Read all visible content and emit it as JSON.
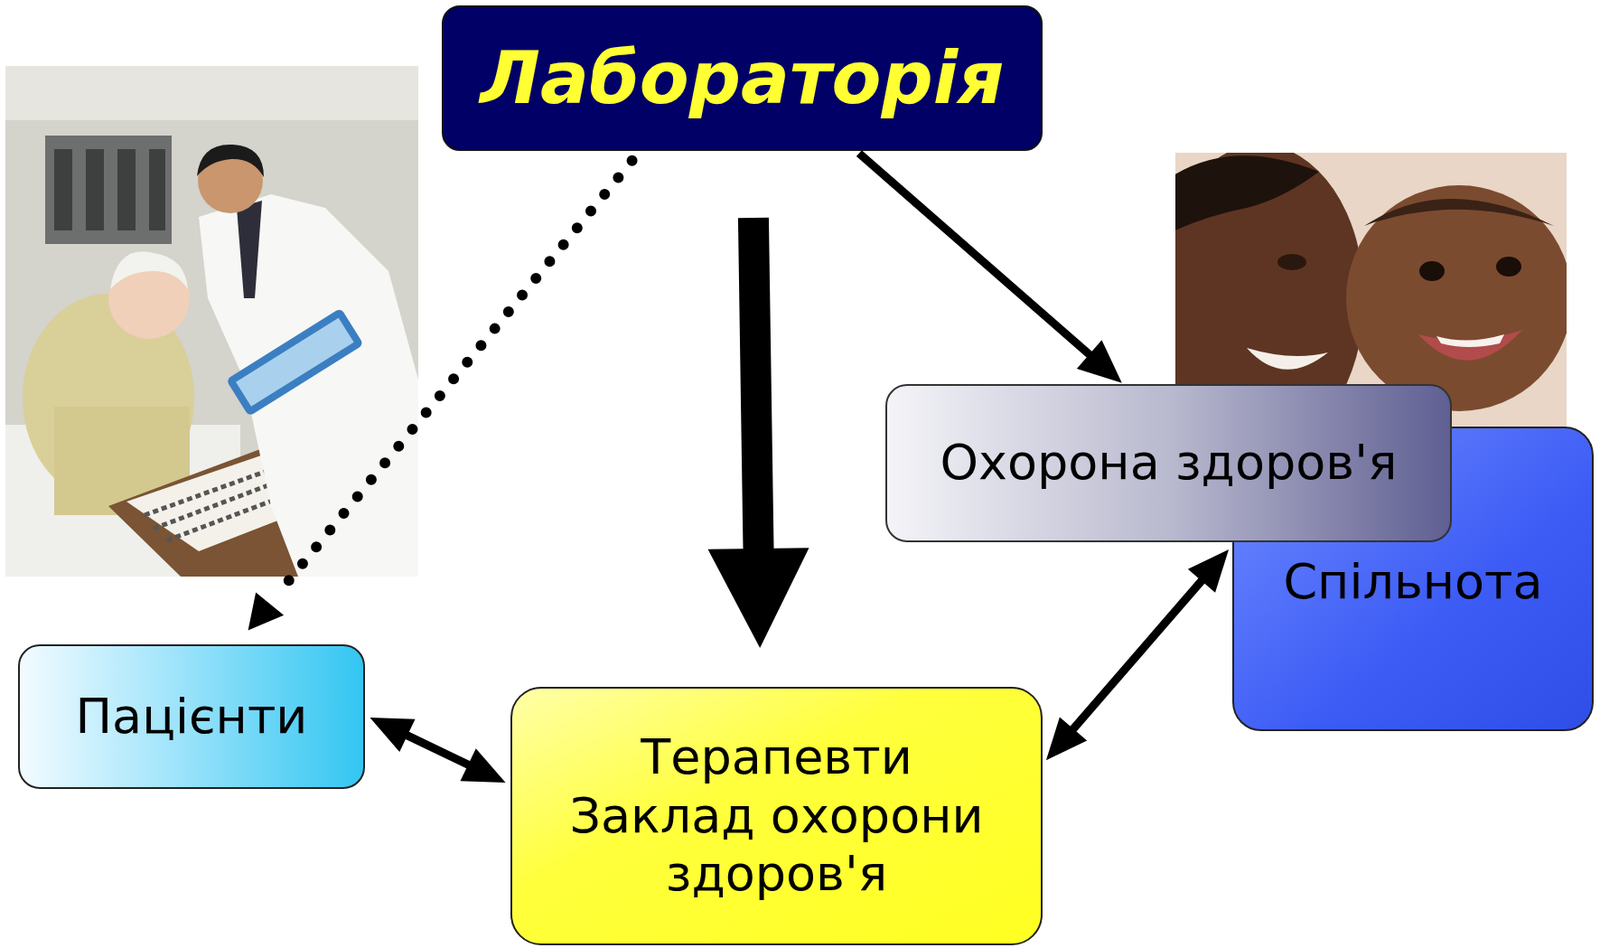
{
  "diagram": {
    "nodes": [
      {
        "text": [
          "Лабораторія"
        ]
      },
      {
        "text": [
          "Охорона здоров'я"
        ]
      },
      {
        "text": [
          "Спільнота"
        ]
      },
      {
        "text": [
          "Пацієнти"
        ]
      },
      {
        "text": [
          "Терапевти",
          "Заклад охорони здоров'я"
        ]
      }
    ],
    "edges": [
      {
        "from": 0,
        "to": 3,
        "arrow": "to"
      },
      {
        "from": 0,
        "to": 4,
        "arrow": "to"
      },
      {
        "from": 0,
        "to": 1,
        "arrow": "to"
      },
      {
        "from": 3,
        "to": 4,
        "arrow": "both"
      },
      {
        "from": 4,
        "to": 2,
        "arrow": "both"
      }
    ]
  }
}
